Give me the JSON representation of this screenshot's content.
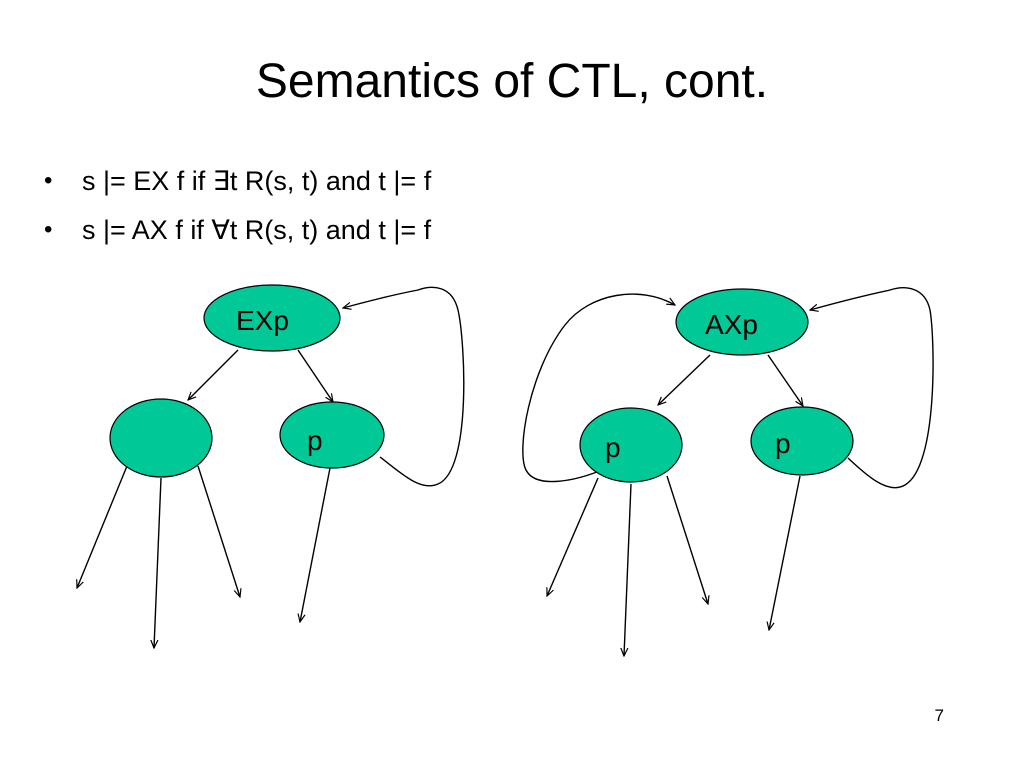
{
  "slide": {
    "title": "Semantics of CTL, cont.",
    "page_number": "7"
  },
  "bullets": [
    {
      "text": "s |= EX f if ∃t R(s, t) and t |= f"
    },
    {
      "text": "s |= AX f if ∀t R(s, t) and t |= f"
    }
  ],
  "diagram": {
    "node_fill": "#00C896",
    "left_tree": {
      "root_label": "EXp",
      "child_left_label": "",
      "child_right_label": "p"
    },
    "right_tree": {
      "root_label": "AXp",
      "child_left_label": "p",
      "child_right_label": "p"
    }
  }
}
